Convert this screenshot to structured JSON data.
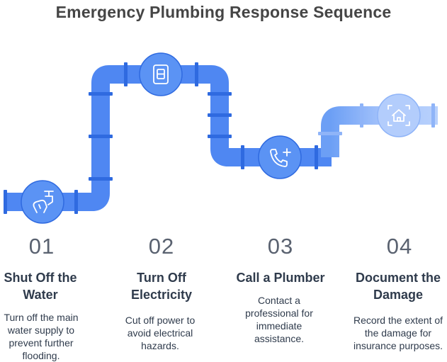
{
  "title": "Emergency Plumbing Response Sequence",
  "colors": {
    "pipe_dark": "#4f87f2",
    "pipe_light": "#a8c6fb",
    "joint": "#2f6ae0",
    "icon_fill": "#5b93f4",
    "text_dark": "#2f3b4c",
    "title_color": "#454545"
  },
  "steps": [
    {
      "number": "01",
      "title_line1": "Shut Off the",
      "title_line2": "Water",
      "description": [
        "Turn off the main",
        "water supply to",
        "prevent further",
        "flooding."
      ],
      "icon": "faucet-hand-icon"
    },
    {
      "number": "02",
      "title_line1": "Turn Off",
      "title_line2": "Electricity",
      "description": [
        "Cut off power to",
        "avoid electrical",
        "hazards."
      ],
      "icon": "light-switch-icon"
    },
    {
      "number": "03",
      "title_line1": "Call a Plumber",
      "title_line2": "",
      "description": [
        "Contact a",
        "professional for",
        "immediate",
        "assistance."
      ],
      "icon": "phone-plus-icon"
    },
    {
      "number": "04",
      "title_line1": "Document the",
      "title_line2": "Damage",
      "description": [
        "Record the extent of",
        "the damage for",
        "insurance purposes."
      ],
      "icon": "house-scan-icon"
    }
  ]
}
